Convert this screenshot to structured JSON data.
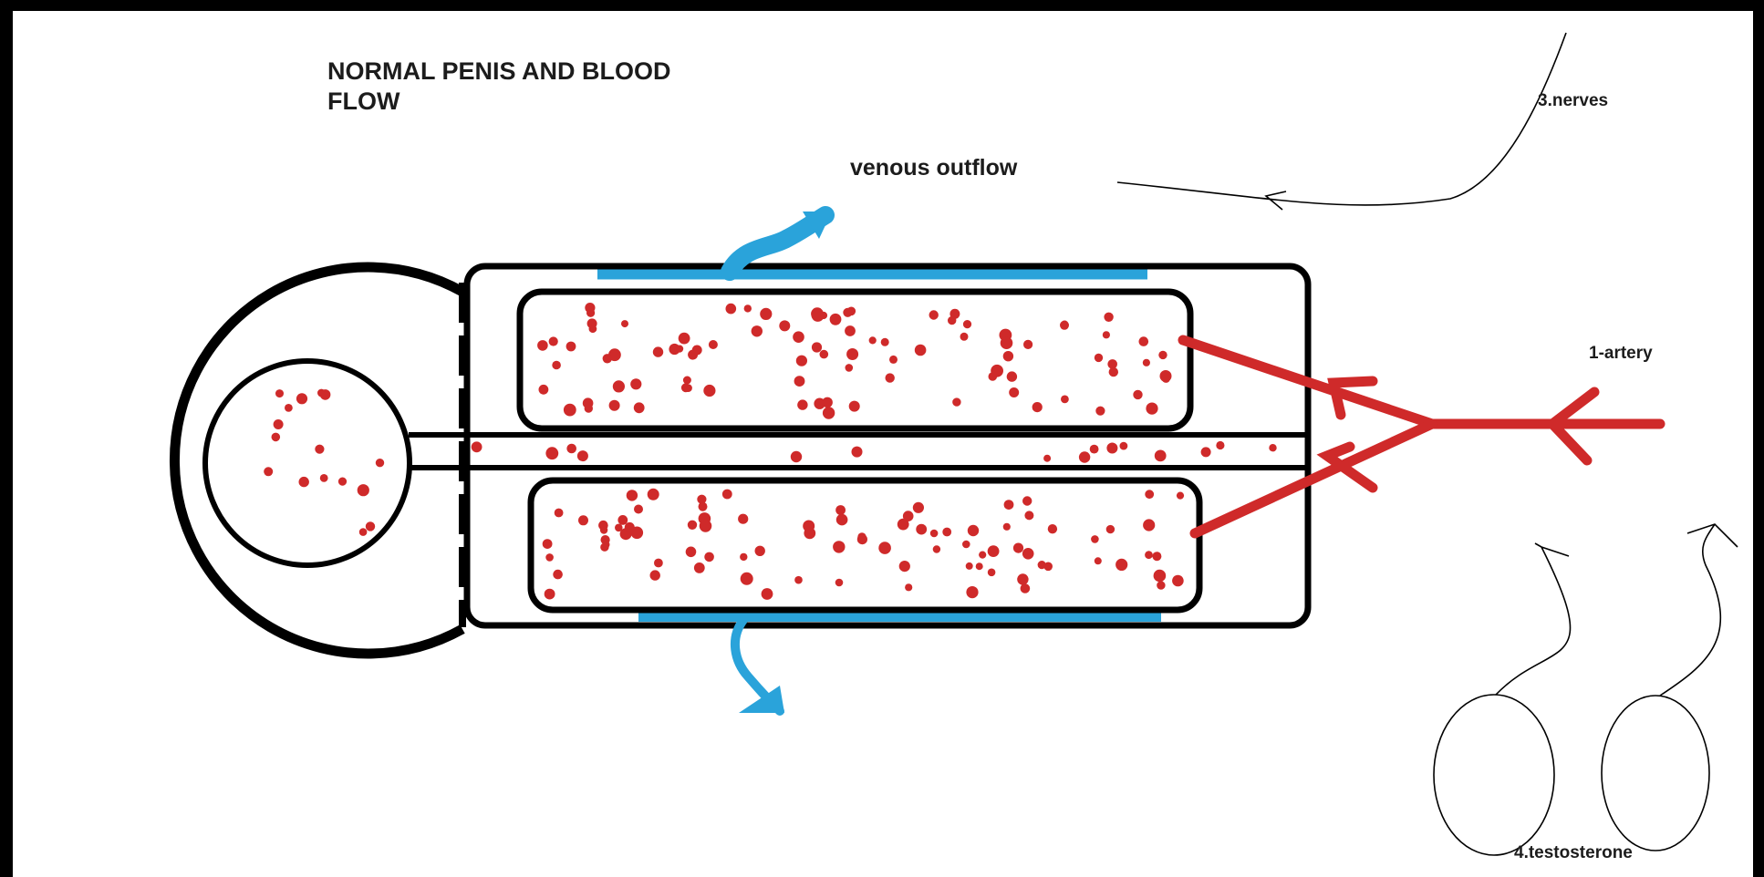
{
  "title": "NORMAL PENIS AND BLOOD FLOW",
  "labels": {
    "venous_outflow": "venous outflow",
    "nerves": "3.nerves",
    "artery": "1-artery",
    "testosterone": "4.testosterone"
  },
  "colors": {
    "outline": "#000000",
    "blood": "#cf2a2a",
    "vein": "#2aa3da",
    "background": "#ffffff"
  }
}
